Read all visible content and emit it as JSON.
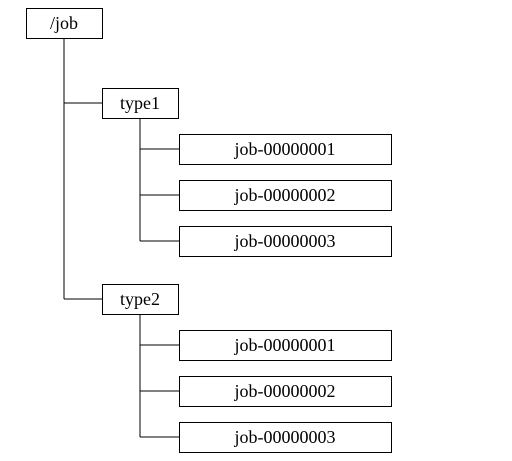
{
  "tree": {
    "root": {
      "label": "/job"
    },
    "groups": [
      {
        "label": "type1",
        "children": [
          {
            "label": "job-00000001"
          },
          {
            "label": "job-00000002"
          },
          {
            "label": "job-00000003"
          }
        ]
      },
      {
        "label": "type2",
        "children": [
          {
            "label": "job-00000001"
          },
          {
            "label": "job-00000002"
          },
          {
            "label": "job-00000003"
          }
        ]
      }
    ]
  },
  "colors": {
    "stroke": "#000000",
    "box_fill": "#ffffff",
    "text": "#000000"
  }
}
